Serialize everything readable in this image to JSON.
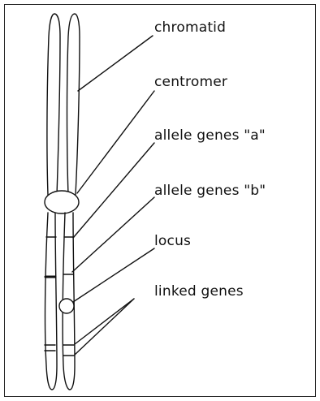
{
  "labels": {
    "chromatid": "chromatid",
    "centromer": "centromer",
    "allele_a": "allele genes \"a\"",
    "allele_b": "allele genes \"b\"",
    "locus": "locus",
    "linked_genes": "linked genes"
  },
  "colors": {
    "ink": "#111111",
    "background": "#ffffff"
  }
}
